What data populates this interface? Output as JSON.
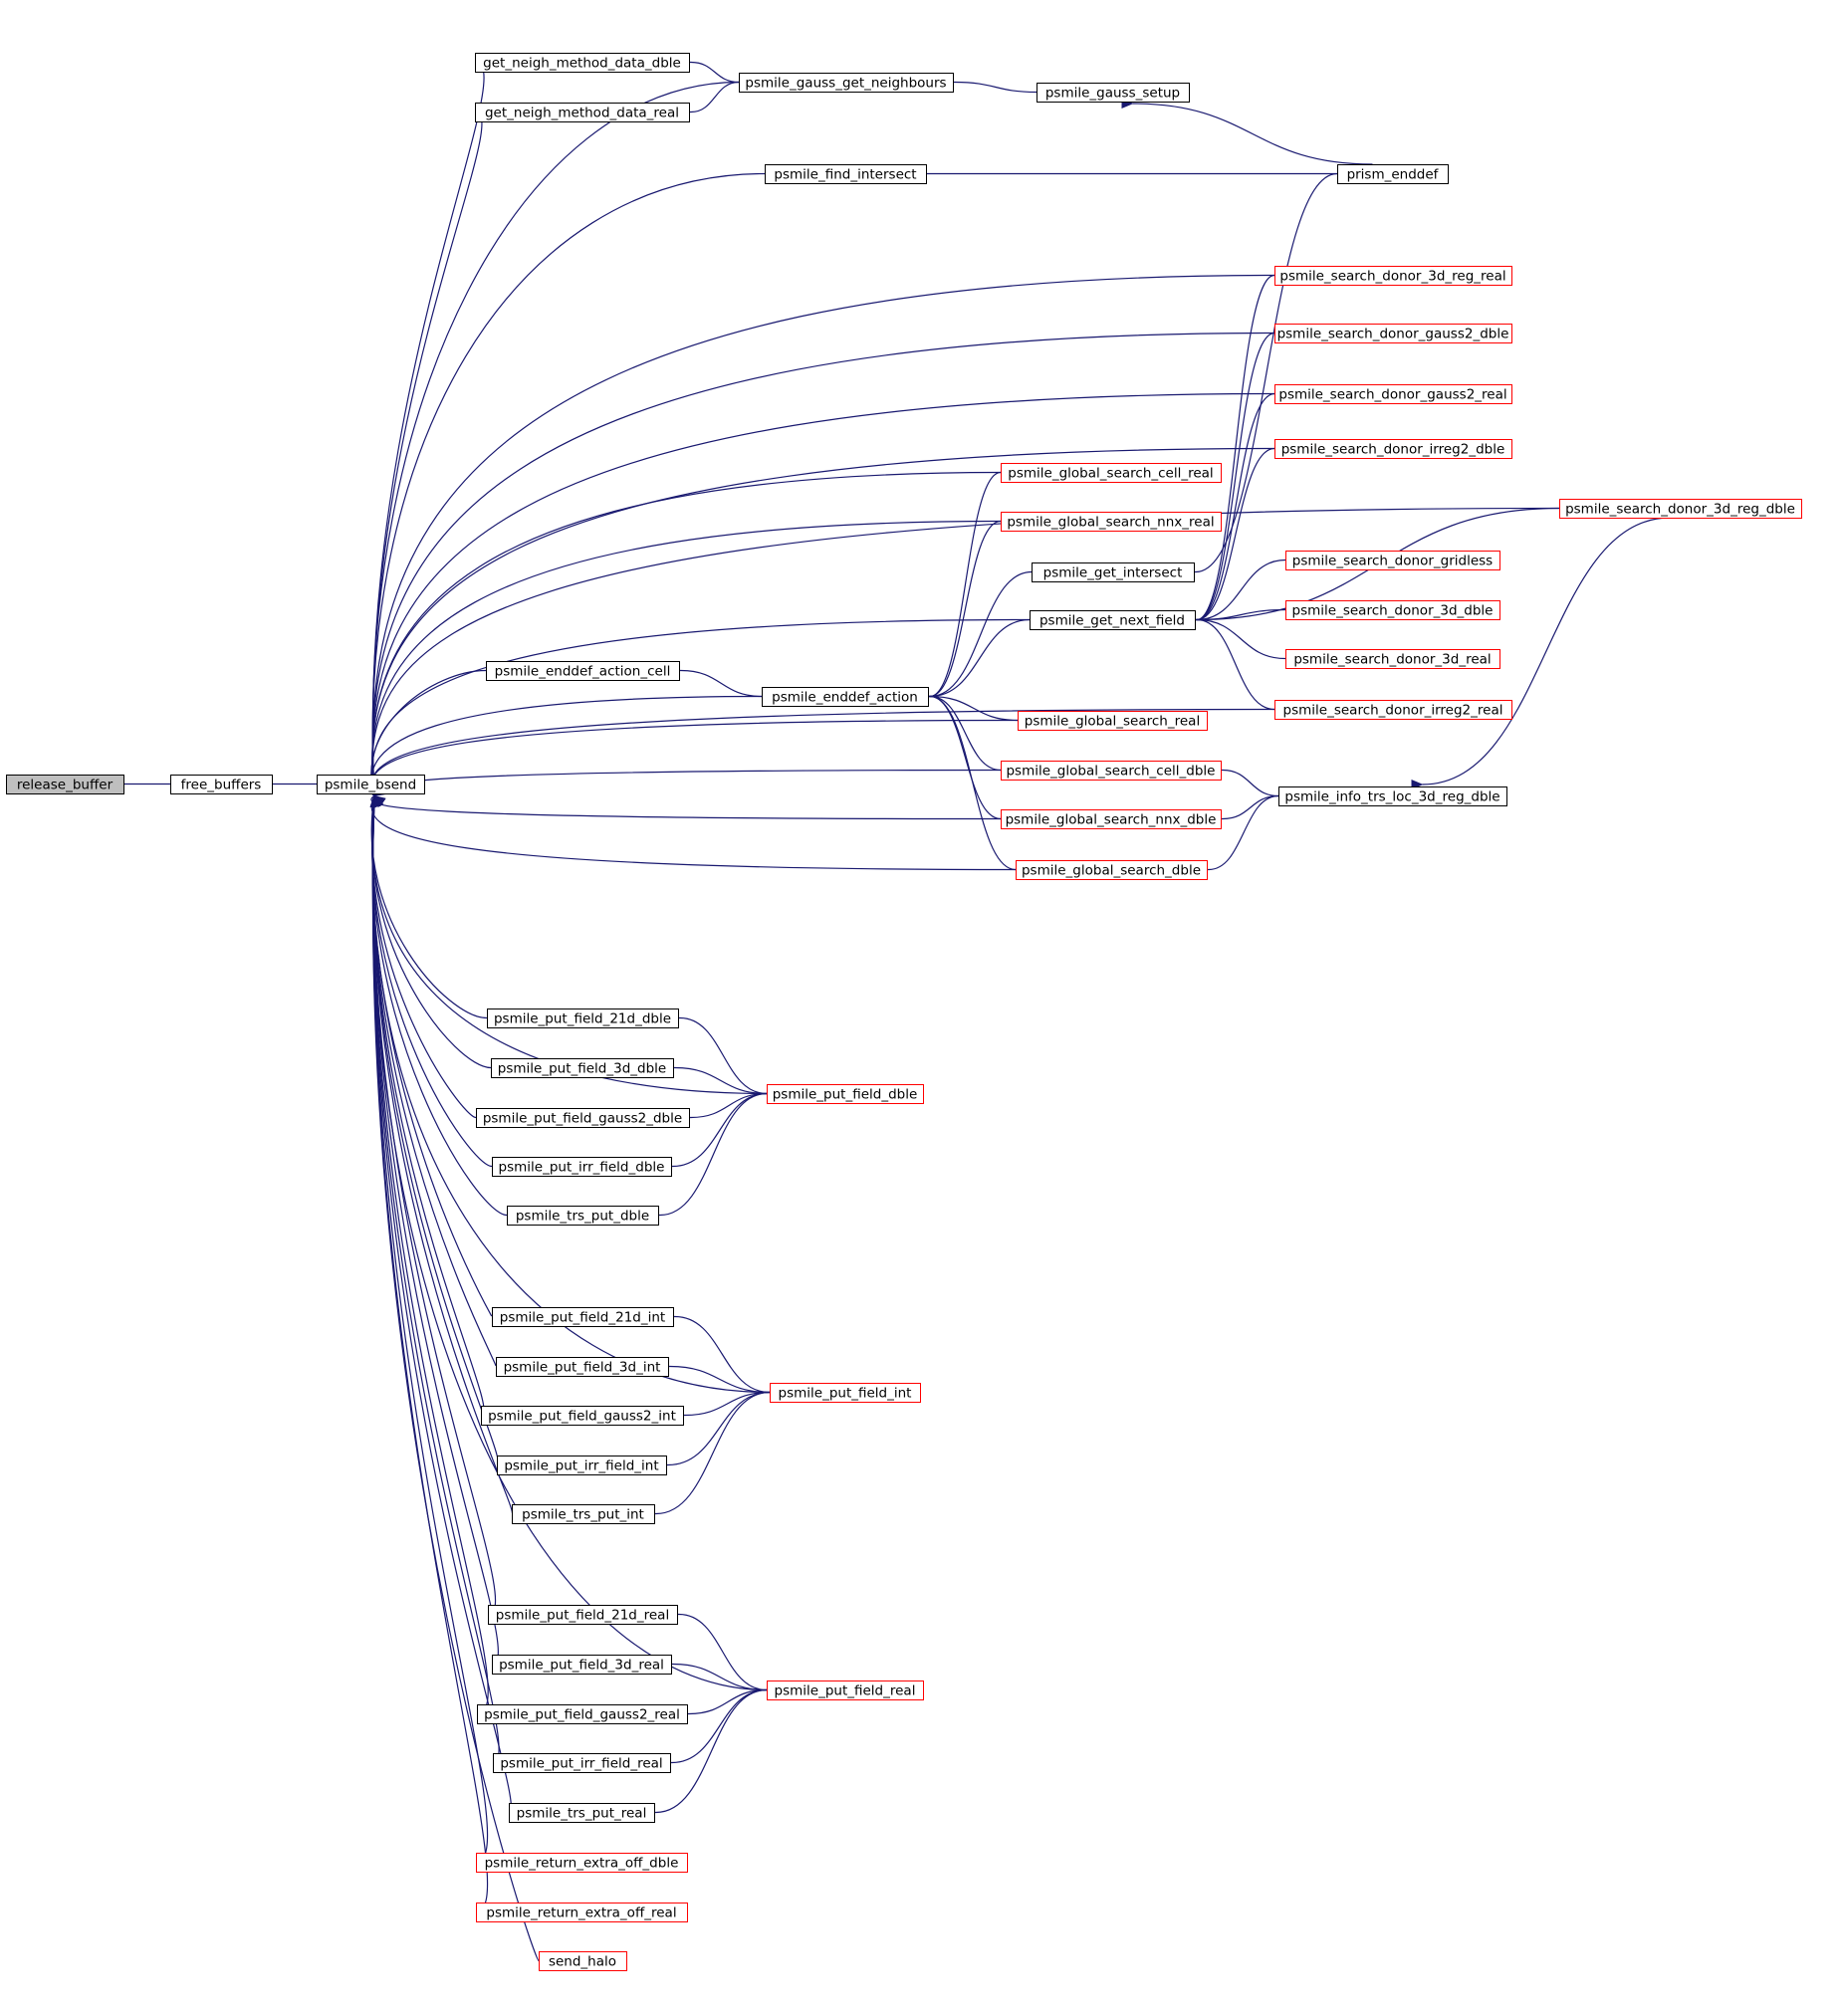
{
  "colors": {
    "edge": "#191970",
    "arrow": "#191970",
    "node_border_default": "#000000",
    "node_border_truncated": "#ff0000",
    "node_fill_default": "#ffffff",
    "node_fill_root": "#bfbfbf",
    "text": "#000000"
  },
  "nodes": [
    {
      "id": "release_buffer",
      "label": "release_buffer",
      "style": "root"
    },
    {
      "id": "free_buffers",
      "label": "free_buffers",
      "style": "normal"
    },
    {
      "id": "psmile_bsend",
      "label": "psmile_bsend",
      "style": "normal"
    },
    {
      "id": "get_neigh_method_data_dble",
      "label": "get_neigh_method_data_dble",
      "style": "normal"
    },
    {
      "id": "get_neigh_method_data_real",
      "label": "get_neigh_method_data_real",
      "style": "normal"
    },
    {
      "id": "psmile_gauss_get_neighbours",
      "label": "psmile_gauss_get_neighbours",
      "style": "normal"
    },
    {
      "id": "psmile_gauss_setup",
      "label": "psmile_gauss_setup",
      "style": "normal"
    },
    {
      "id": "psmile_find_intersect",
      "label": "psmile_find_intersect",
      "style": "normal"
    },
    {
      "id": "prism_enddef",
      "label": "prism_enddef",
      "style": "normal"
    },
    {
      "id": "psmile_search_donor_3d_reg_real",
      "label": "psmile_search_donor_3d_reg_real",
      "style": "truncated"
    },
    {
      "id": "psmile_search_donor_gauss2_dble",
      "label": "psmile_search_donor_gauss2_dble",
      "style": "truncated"
    },
    {
      "id": "psmile_search_donor_gauss2_real",
      "label": "psmile_search_donor_gauss2_real",
      "style": "truncated"
    },
    {
      "id": "psmile_search_donor_irreg2_dble",
      "label": "psmile_search_donor_irreg2_dble",
      "style": "truncated"
    },
    {
      "id": "psmile_global_search_cell_real",
      "label": "psmile_global_search_cell_real",
      "style": "truncated"
    },
    {
      "id": "psmile_global_search_nnx_real",
      "label": "psmile_global_search_nnx_real",
      "style": "truncated"
    },
    {
      "id": "psmile_search_donor_3d_reg_dble",
      "label": "psmile_search_donor_3d_reg_dble",
      "style": "truncated"
    },
    {
      "id": "psmile_get_intersect",
      "label": "psmile_get_intersect",
      "style": "normal"
    },
    {
      "id": "psmile_search_donor_gridless",
      "label": "psmile_search_donor_gridless",
      "style": "truncated"
    },
    {
      "id": "psmile_get_next_field",
      "label": "psmile_get_next_field",
      "style": "normal"
    },
    {
      "id": "psmile_search_donor_3d_dble",
      "label": "psmile_search_donor_3d_dble",
      "style": "truncated"
    },
    {
      "id": "psmile_search_donor_3d_real",
      "label": "psmile_search_donor_3d_real",
      "style": "truncated"
    },
    {
      "id": "psmile_enddef_action_cell",
      "label": "psmile_enddef_action_cell",
      "style": "normal"
    },
    {
      "id": "psmile_enddef_action",
      "label": "psmile_enddef_action",
      "style": "normal"
    },
    {
      "id": "psmile_search_donor_irreg2_real",
      "label": "psmile_search_donor_irreg2_real",
      "style": "truncated"
    },
    {
      "id": "psmile_global_search_real",
      "label": "psmile_global_search_real",
      "style": "truncated"
    },
    {
      "id": "psmile_global_search_cell_dble",
      "label": "psmile_global_search_cell_dble",
      "style": "truncated"
    },
    {
      "id": "psmile_info_trs_loc_3d_reg_dble",
      "label": "psmile_info_trs_loc_3d_reg_dble",
      "style": "normal"
    },
    {
      "id": "psmile_global_search_nnx_dble",
      "label": "psmile_global_search_nnx_dble",
      "style": "truncated"
    },
    {
      "id": "psmile_global_search_dble",
      "label": "psmile_global_search_dble",
      "style": "truncated"
    },
    {
      "id": "psmile_put_field_21d_dble",
      "label": "psmile_put_field_21d_dble",
      "style": "normal"
    },
    {
      "id": "psmile_put_field_3d_dble",
      "label": "psmile_put_field_3d_dble",
      "style": "normal"
    },
    {
      "id": "psmile_put_field_dble",
      "label": "psmile_put_field_dble",
      "style": "truncated"
    },
    {
      "id": "psmile_put_field_gauss2_dble",
      "label": "psmile_put_field_gauss2_dble",
      "style": "normal"
    },
    {
      "id": "psmile_put_irr_field_dble",
      "label": "psmile_put_irr_field_dble",
      "style": "normal"
    },
    {
      "id": "psmile_trs_put_dble",
      "label": "psmile_trs_put_dble",
      "style": "normal"
    },
    {
      "id": "psmile_put_field_21d_int",
      "label": "psmile_put_field_21d_int",
      "style": "normal"
    },
    {
      "id": "psmile_put_field_3d_int",
      "label": "psmile_put_field_3d_int",
      "style": "normal"
    },
    {
      "id": "psmile_put_field_int",
      "label": "psmile_put_field_int",
      "style": "truncated"
    },
    {
      "id": "psmile_put_field_gauss2_int",
      "label": "psmile_put_field_gauss2_int",
      "style": "normal"
    },
    {
      "id": "psmile_put_irr_field_int",
      "label": "psmile_put_irr_field_int",
      "style": "normal"
    },
    {
      "id": "psmile_trs_put_int",
      "label": "psmile_trs_put_int",
      "style": "normal"
    },
    {
      "id": "psmile_put_field_21d_real",
      "label": "psmile_put_field_21d_real",
      "style": "normal"
    },
    {
      "id": "psmile_put_field_3d_real",
      "label": "psmile_put_field_3d_real",
      "style": "normal"
    },
    {
      "id": "psmile_put_field_real",
      "label": "psmile_put_field_real",
      "style": "truncated"
    },
    {
      "id": "psmile_put_field_gauss2_real",
      "label": "psmile_put_field_gauss2_real",
      "style": "normal"
    },
    {
      "id": "psmile_put_irr_field_real",
      "label": "psmile_put_irr_field_real",
      "style": "normal"
    },
    {
      "id": "psmile_trs_put_real",
      "label": "psmile_trs_put_real",
      "style": "normal"
    },
    {
      "id": "psmile_return_extra_off_dble",
      "label": "psmile_return_extra_off_dble",
      "style": "truncated"
    },
    {
      "id": "psmile_return_extra_off_real",
      "label": "psmile_return_extra_off_real",
      "style": "truncated"
    },
    {
      "id": "send_halo",
      "label": "send_halo",
      "style": "truncated"
    }
  ],
  "edges": [
    {
      "from": "free_buffers",
      "to": "release_buffer"
    },
    {
      "from": "psmile_bsend",
      "to": "free_buffers"
    },
    {
      "from": "get_neigh_method_data_dble",
      "to": "psmile_bsend"
    },
    {
      "from": "get_neigh_method_data_real",
      "to": "psmile_bsend"
    },
    {
      "from": "psmile_gauss_get_neighbours",
      "to": "psmile_bsend"
    },
    {
      "from": "psmile_gauss_get_neighbours",
      "to": "get_neigh_method_data_dble"
    },
    {
      "from": "psmile_gauss_get_neighbours",
      "to": "get_neigh_method_data_real"
    },
    {
      "from": "psmile_gauss_setup",
      "to": "psmile_gauss_get_neighbours"
    },
    {
      "from": "prism_enddef",
      "to": "psmile_gauss_setup"
    },
    {
      "from": "psmile_find_intersect",
      "to": "psmile_bsend"
    },
    {
      "from": "prism_enddef",
      "to": "psmile_find_intersect"
    },
    {
      "from": "psmile_search_donor_3d_reg_dble",
      "to": "psmile_bsend"
    },
    {
      "from": "psmile_search_donor_3d_reg_real",
      "to": "psmile_bsend"
    },
    {
      "from": "psmile_search_donor_gauss2_dble",
      "to": "psmile_bsend"
    },
    {
      "from": "psmile_search_donor_gauss2_real",
      "to": "psmile_bsend"
    },
    {
      "from": "psmile_search_donor_irreg2_dble",
      "to": "psmile_bsend"
    },
    {
      "from": "psmile_global_search_cell_real",
      "to": "psmile_bsend"
    },
    {
      "from": "psmile_global_search_nnx_real",
      "to": "psmile_bsend"
    },
    {
      "from": "psmile_get_next_field",
      "to": "psmile_bsend"
    },
    {
      "from": "psmile_search_donor_irreg2_real",
      "to": "psmile_bsend"
    },
    {
      "from": "psmile_enddef_action_cell",
      "to": "psmile_bsend"
    },
    {
      "from": "psmile_enddef_action",
      "to": "psmile_bsend"
    },
    {
      "from": "psmile_enddef_action",
      "to": "psmile_enddef_action_cell"
    },
    {
      "from": "psmile_global_search_real",
      "to": "psmile_bsend"
    },
    {
      "from": "psmile_global_search_cell_dble",
      "to": "psmile_bsend"
    },
    {
      "from": "psmile_global_search_nnx_dble",
      "to": "psmile_bsend"
    },
    {
      "from": "psmile_global_search_dble",
      "to": "psmile_bsend"
    },
    {
      "from": "psmile_global_search_cell_real",
      "to": "psmile_enddef_action"
    },
    {
      "from": "psmile_global_search_nnx_real",
      "to": "psmile_enddef_action"
    },
    {
      "from": "psmile_get_intersect",
      "to": "psmile_enddef_action"
    },
    {
      "from": "psmile_get_next_field",
      "to": "psmile_enddef_action"
    },
    {
      "from": "psmile_global_search_real",
      "to": "psmile_enddef_action"
    },
    {
      "from": "psmile_global_search_cell_dble",
      "to": "psmile_enddef_action"
    },
    {
      "from": "psmile_global_search_nnx_dble",
      "to": "psmile_enddef_action"
    },
    {
      "from": "psmile_global_search_dble",
      "to": "psmile_enddef_action"
    },
    {
      "from": "prism_enddef",
      "to": "psmile_get_intersect"
    },
    {
      "from": "psmile_search_donor_3d_reg_real",
      "to": "psmile_get_next_field"
    },
    {
      "from": "psmile_search_donor_gauss2_dble",
      "to": "psmile_get_next_field"
    },
    {
      "from": "psmile_search_donor_gauss2_real",
      "to": "psmile_get_next_field"
    },
    {
      "from": "psmile_search_donor_irreg2_dble",
      "to": "psmile_get_next_field"
    },
    {
      "from": "psmile_search_donor_3d_reg_dble",
      "to": "psmile_get_next_field"
    },
    {
      "from": "psmile_search_donor_gridless",
      "to": "psmile_get_next_field"
    },
    {
      "from": "psmile_search_donor_3d_dble",
      "to": "psmile_get_next_field"
    },
    {
      "from": "psmile_search_donor_3d_real",
      "to": "psmile_get_next_field"
    },
    {
      "from": "psmile_search_donor_irreg2_real",
      "to": "psmile_get_next_field"
    },
    {
      "from": "psmile_info_trs_loc_3d_reg_dble",
      "to": "psmile_global_search_cell_dble"
    },
    {
      "from": "psmile_info_trs_loc_3d_reg_dble",
      "to": "psmile_global_search_nnx_dble"
    },
    {
      "from": "psmile_info_trs_loc_3d_reg_dble",
      "to": "psmile_global_search_dble"
    },
    {
      "from": "psmile_search_donor_3d_reg_dble",
      "to": "psmile_info_trs_loc_3d_reg_dble"
    },
    {
      "from": "psmile_put_field_21d_dble",
      "to": "psmile_bsend"
    },
    {
      "from": "psmile_put_field_3d_dble",
      "to": "psmile_bsend"
    },
    {
      "from": "psmile_put_field_gauss2_dble",
      "to": "psmile_bsend"
    },
    {
      "from": "psmile_put_irr_field_dble",
      "to": "psmile_bsend"
    },
    {
      "from": "psmile_trs_put_dble",
      "to": "psmile_bsend"
    },
    {
      "from": "psmile_put_field_dble",
      "to": "psmile_bsend"
    },
    {
      "from": "psmile_put_field_dble",
      "to": "psmile_put_field_21d_dble"
    },
    {
      "from": "psmile_put_field_dble",
      "to": "psmile_put_field_3d_dble"
    },
    {
      "from": "psmile_put_field_dble",
      "to": "psmile_put_field_gauss2_dble"
    },
    {
      "from": "psmile_put_field_dble",
      "to": "psmile_put_irr_field_dble"
    },
    {
      "from": "psmile_put_field_dble",
      "to": "psmile_trs_put_dble"
    },
    {
      "from": "psmile_put_field_21d_int",
      "to": "psmile_bsend"
    },
    {
      "from": "psmile_put_field_3d_int",
      "to": "psmile_bsend"
    },
    {
      "from": "psmile_put_field_gauss2_int",
      "to": "psmile_bsend"
    },
    {
      "from": "psmile_put_irr_field_int",
      "to": "psmile_bsend"
    },
    {
      "from": "psmile_trs_put_int",
      "to": "psmile_bsend"
    },
    {
      "from": "psmile_put_field_int",
      "to": "psmile_bsend"
    },
    {
      "from": "psmile_put_field_int",
      "to": "psmile_put_field_21d_int"
    },
    {
      "from": "psmile_put_field_int",
      "to": "psmile_put_field_3d_int"
    },
    {
      "from": "psmile_put_field_int",
      "to": "psmile_put_field_gauss2_int"
    },
    {
      "from": "psmile_put_field_int",
      "to": "psmile_put_irr_field_int"
    },
    {
      "from": "psmile_put_field_int",
      "to": "psmile_trs_put_int"
    },
    {
      "from": "psmile_put_field_21d_real",
      "to": "psmile_bsend"
    },
    {
      "from": "psmile_put_field_3d_real",
      "to": "psmile_bsend"
    },
    {
      "from": "psmile_put_field_gauss2_real",
      "to": "psmile_bsend"
    },
    {
      "from": "psmile_put_irr_field_real",
      "to": "psmile_bsend"
    },
    {
      "from": "psmile_trs_put_real",
      "to": "psmile_bsend"
    },
    {
      "from": "psmile_put_field_real",
      "to": "psmile_bsend"
    },
    {
      "from": "psmile_put_field_real",
      "to": "psmile_put_field_21d_real"
    },
    {
      "from": "psmile_put_field_real",
      "to": "psmile_put_field_3d_real"
    },
    {
      "from": "psmile_put_field_real",
      "to": "psmile_put_field_gauss2_real"
    },
    {
      "from": "psmile_put_field_real",
      "to": "psmile_put_irr_field_real"
    },
    {
      "from": "psmile_put_field_real",
      "to": "psmile_trs_put_real"
    },
    {
      "from": "psmile_return_extra_off_dble",
      "to": "psmile_bsend"
    },
    {
      "from": "psmile_return_extra_off_real",
      "to": "psmile_bsend"
    },
    {
      "from": "send_halo",
      "to": "psmile_bsend"
    }
  ]
}
